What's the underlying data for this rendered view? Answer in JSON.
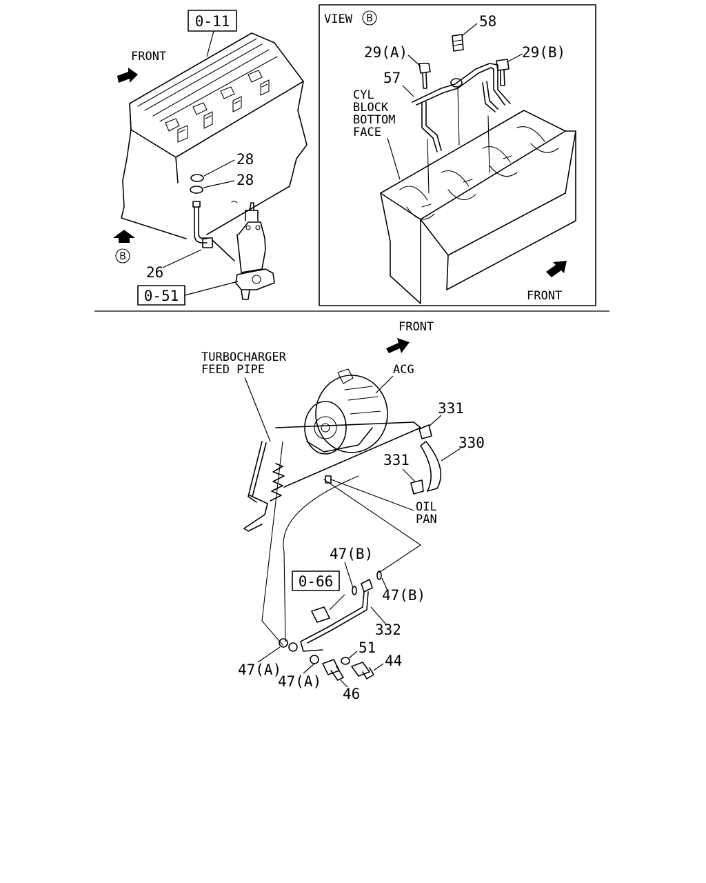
{
  "top_left": {
    "ref_block": "0-11",
    "ref_pump": "0-51",
    "front_label": "FRONT",
    "view_marker": "B",
    "callouts": {
      "oring_upper": "28",
      "oring_lower": "28",
      "pipe": "26"
    }
  },
  "view_b": {
    "title_prefix": "VIEW",
    "title_marker": "B",
    "front_label": "FRONT",
    "face_label": [
      "CYL",
      "BLOCK",
      "BOTTOM",
      "FACE"
    ],
    "callouts": {
      "plug": "58",
      "bolt_a": "29(A)",
      "bolt_b": "29(B)",
      "pipe": "57"
    }
  },
  "bottom": {
    "front_label": "FRONT",
    "feed_pipe_label": [
      "TURBOCHARGER",
      "FEED PIPE"
    ],
    "acg_label": "ACG",
    "oil_pan_label": [
      "OIL",
      "PAN"
    ],
    "ref": "0-66",
    "callouts": {
      "clip_upper": "331",
      "hose": "330",
      "clip_lower": "331",
      "gasket_b_upper": "47(B)",
      "gasket_b_right": "47(B)",
      "pipe": "332",
      "gasket_51": "51",
      "bolt_44": "44",
      "gasket_a_left": "47(A)",
      "gasket_a_lower": "47(A)",
      "bolt_46": "46"
    }
  }
}
